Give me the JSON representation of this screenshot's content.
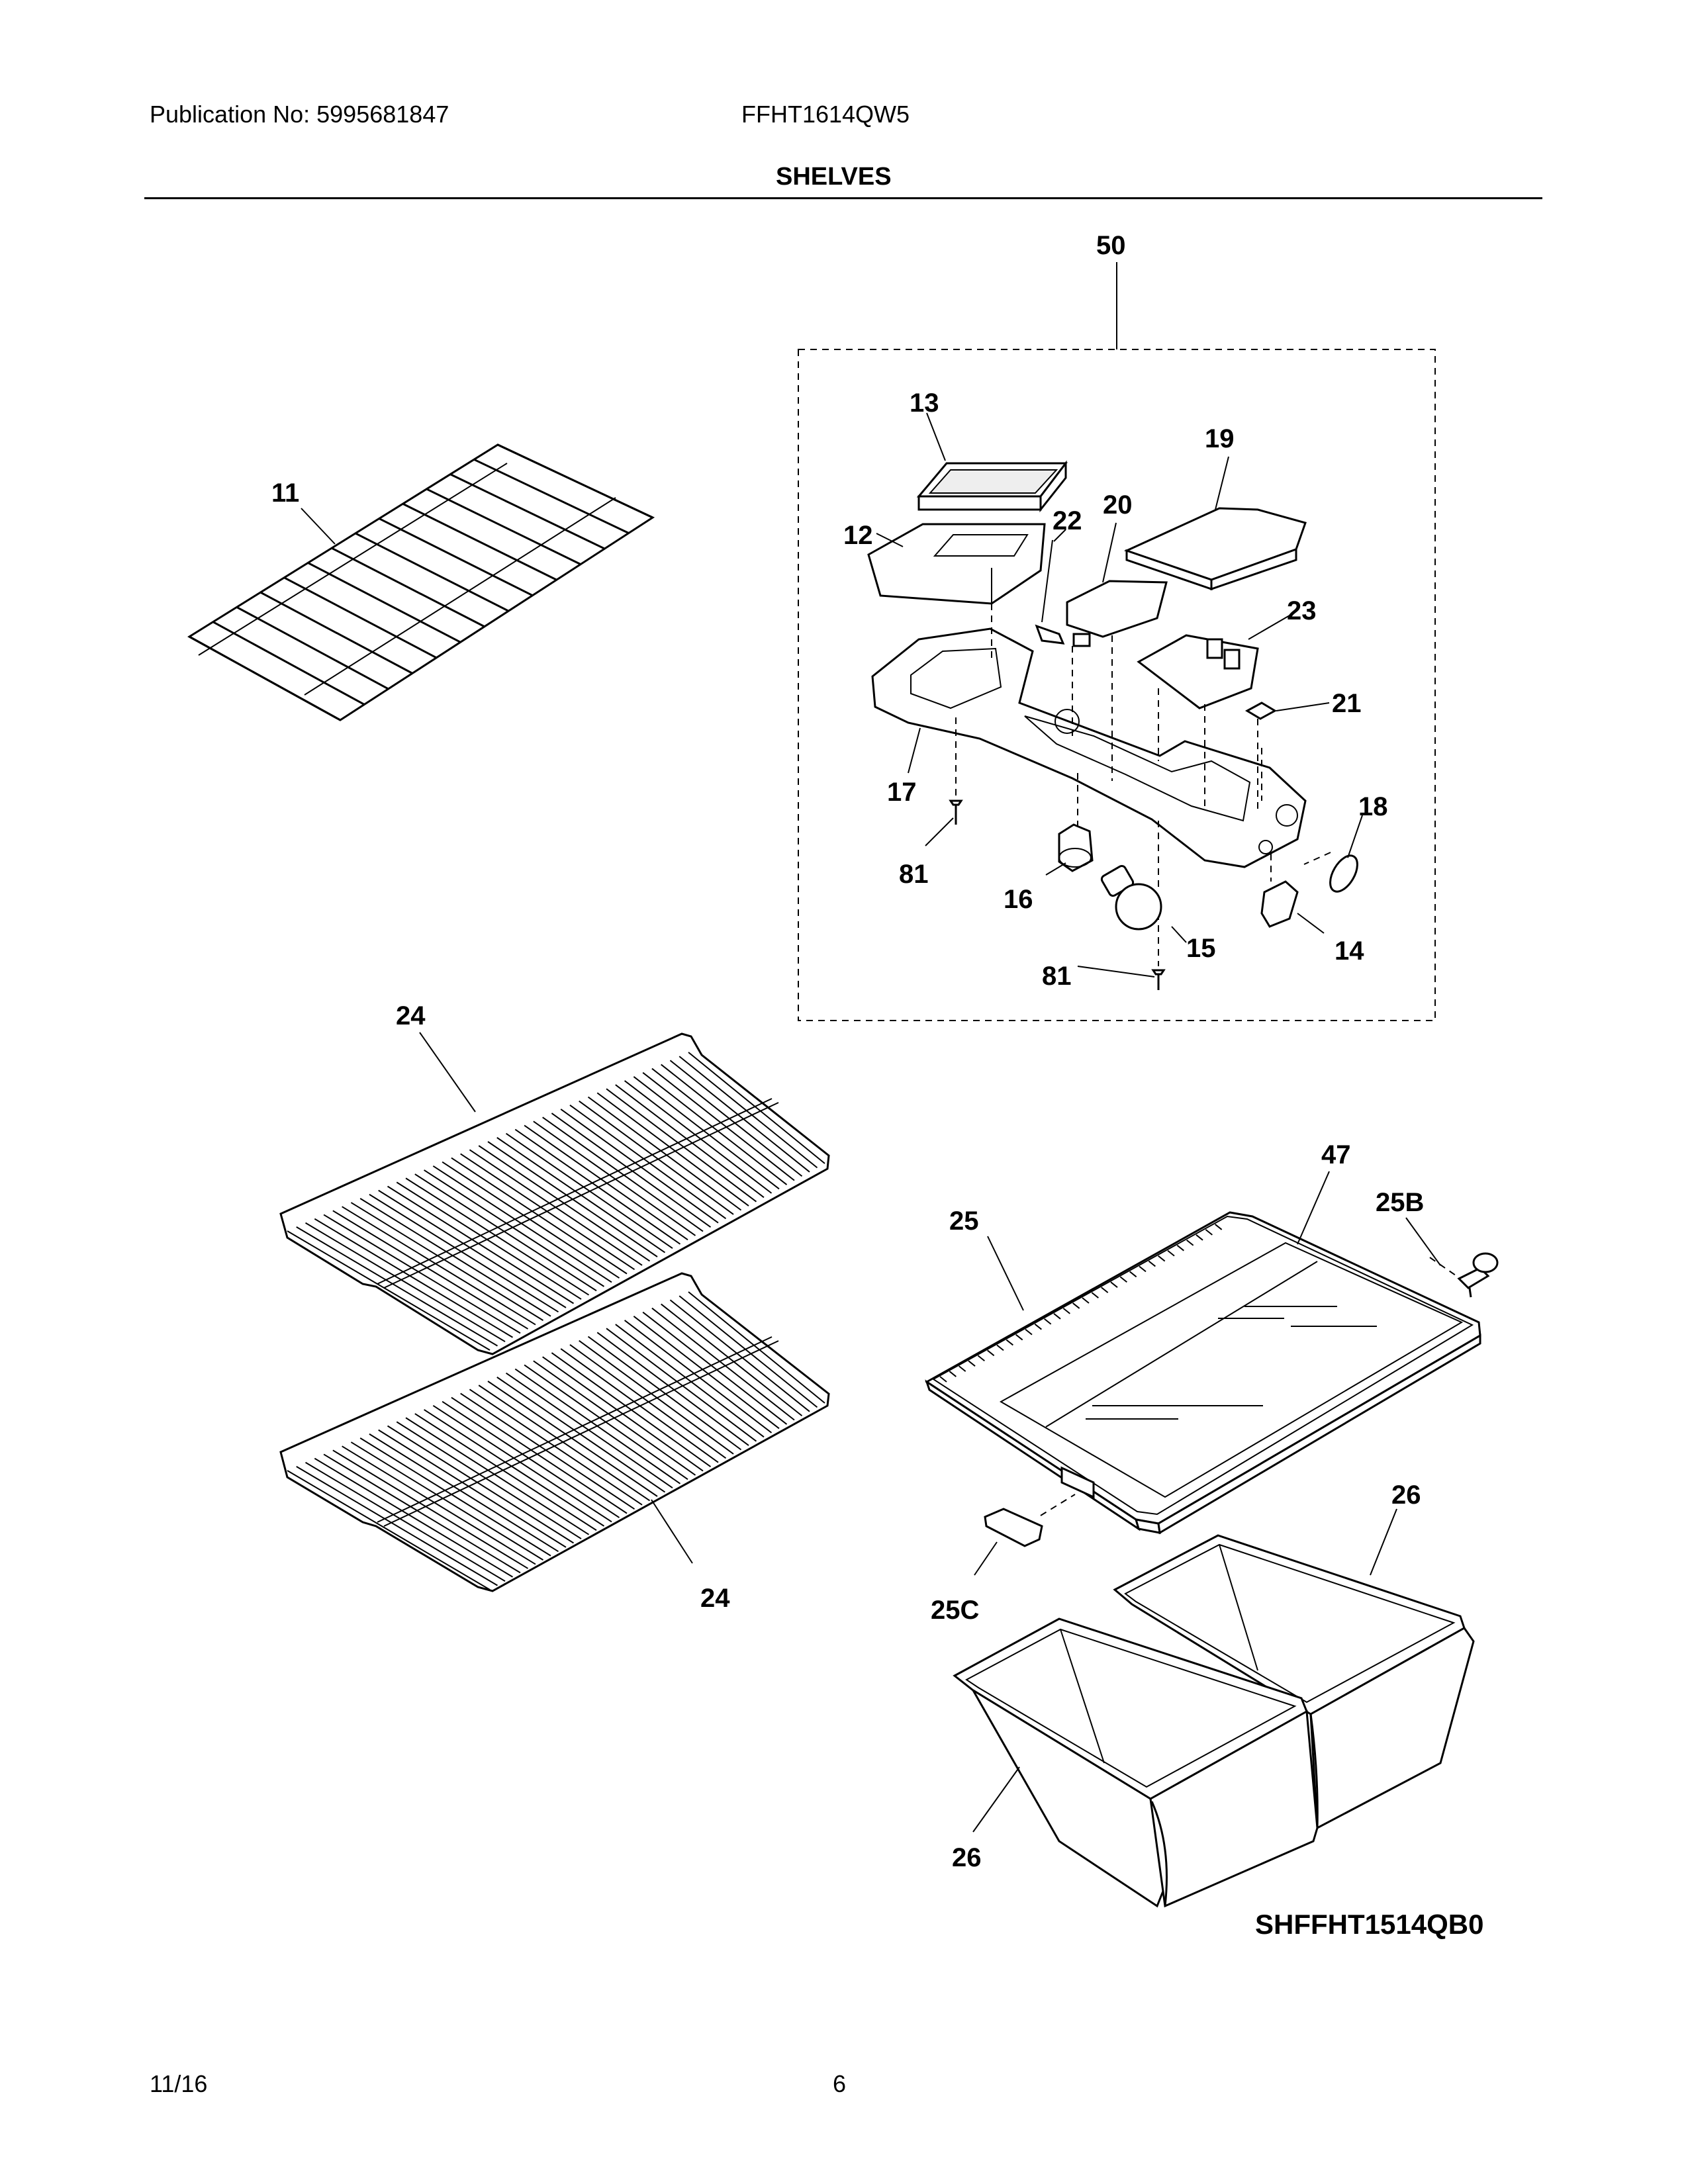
{
  "header": {
    "publication": "Publication No: 5995681847",
    "model": "FFHT1614QW5",
    "section_title": "SHELVES"
  },
  "callouts": {
    "c50": "50",
    "c13": "13",
    "c19": "19",
    "c11": "11",
    "c12": "12",
    "c22": "22",
    "c20": "20",
    "c23": "23",
    "c21": "21",
    "c17": "17",
    "c18": "18",
    "c81a": "81",
    "c16": "16",
    "c15": "15",
    "c14": "14",
    "c81b": "81",
    "c24a": "24",
    "c47": "47",
    "c25": "25",
    "c25B": "25B",
    "c26a": "26",
    "c24b": "24",
    "c25C": "25C",
    "c26b": "26"
  },
  "diagram_code": "SHFFHT1514QB0",
  "footer": {
    "date": "11/16",
    "page": "6"
  }
}
